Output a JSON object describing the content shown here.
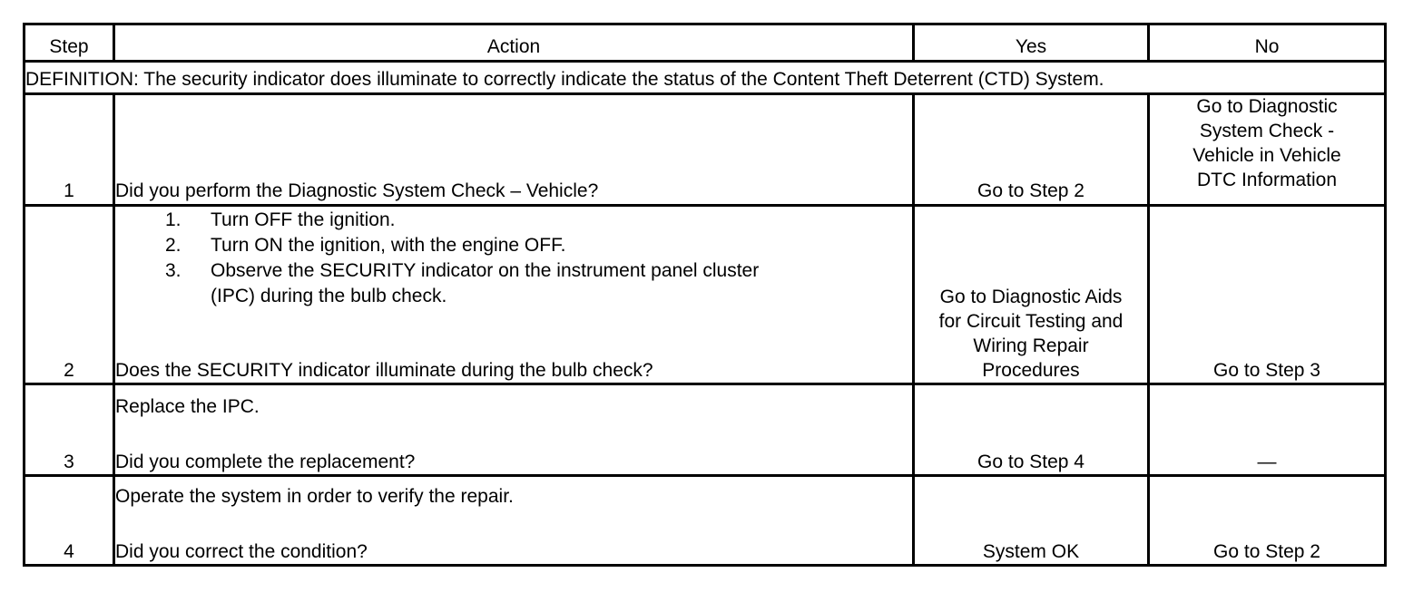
{
  "table": {
    "headers": {
      "step": "Step",
      "action": "Action",
      "yes": "Yes",
      "no": "No"
    },
    "definition": "DEFINITION: The security indicator does illuminate to correctly indicate the status of the Content Theft Deterrent (CTD) System.",
    "rows": [
      {
        "step": "1",
        "action_lines": [
          "Did you perform the Diagnostic System Check – Vehicle?"
        ],
        "yes_lines": [
          "Go to Step 2"
        ],
        "no_lines": [
          "Go to Diagnostic",
          "System Check -",
          "Vehicle in Vehicle",
          "DTC Information"
        ]
      },
      {
        "step": "2",
        "list": [
          {
            "marker": "1.",
            "text": "Turn OFF the ignition."
          },
          {
            "marker": "2.",
            "text": "Turn ON the ignition, with the engine OFF."
          },
          {
            "marker": "3.",
            "text": "Observe the SECURITY indicator on the instrument panel cluster"
          },
          {
            "marker": "",
            "text": "(IPC) during the bulb check."
          }
        ],
        "question": "Does the SECURITY indicator illuminate during the bulb check?",
        "yes_lines": [
          "Go to Diagnostic Aids",
          "for Circuit Testing and",
          "Wiring Repair",
          "Procedures"
        ],
        "no_lines": [
          "Go to Step 3"
        ]
      },
      {
        "step": "3",
        "statement": "Replace the IPC.",
        "question": "Did you complete the replacement?",
        "yes_lines": [
          "Go to Step 4"
        ],
        "no_lines": [
          "—"
        ]
      },
      {
        "step": "4",
        "statement": "Operate the system in order to verify the repair.",
        "question": "Did you correct the condition?",
        "yes_lines": [
          "System OK"
        ],
        "no_lines": [
          "Go to Step 2"
        ]
      }
    ]
  }
}
